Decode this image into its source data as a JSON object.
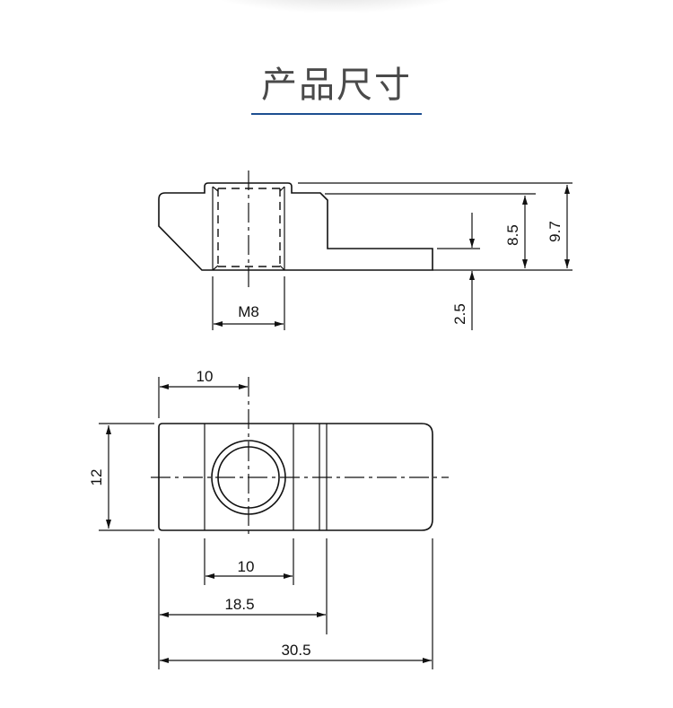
{
  "header": {
    "title": "产品尺寸",
    "accent_color": "#1d4f91"
  },
  "side_view": {
    "thread": "M8",
    "height_total": "9.7",
    "height_body": "8.5",
    "lip": "2.5"
  },
  "top_view": {
    "hole_offset": "10",
    "width": "12",
    "slot_width": "10",
    "step_length": "18.5",
    "total_length": "30.5"
  }
}
